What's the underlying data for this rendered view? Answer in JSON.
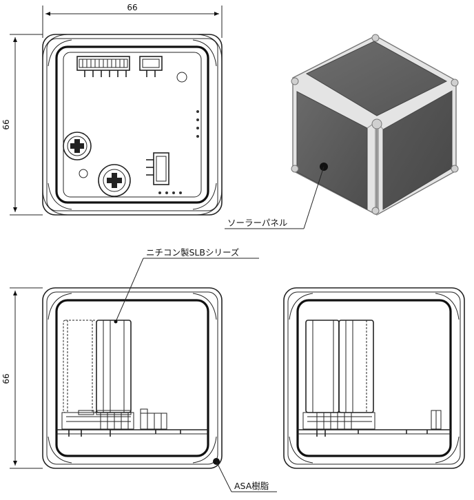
{
  "dimensions": {
    "top_view_width": "66",
    "top_view_height": "66",
    "front_view_height": "66"
  },
  "callouts": {
    "solar_panel": "ソーラーパネル",
    "capacitor": "ニチコン製SLBシリーズ",
    "housing": "ASA樹脂"
  },
  "colors": {
    "panel_dark": "#5c5c5c",
    "panel_edge": "#8a8a8a",
    "frame_light": "#d8d8d8",
    "line": "#1a1a1a"
  }
}
